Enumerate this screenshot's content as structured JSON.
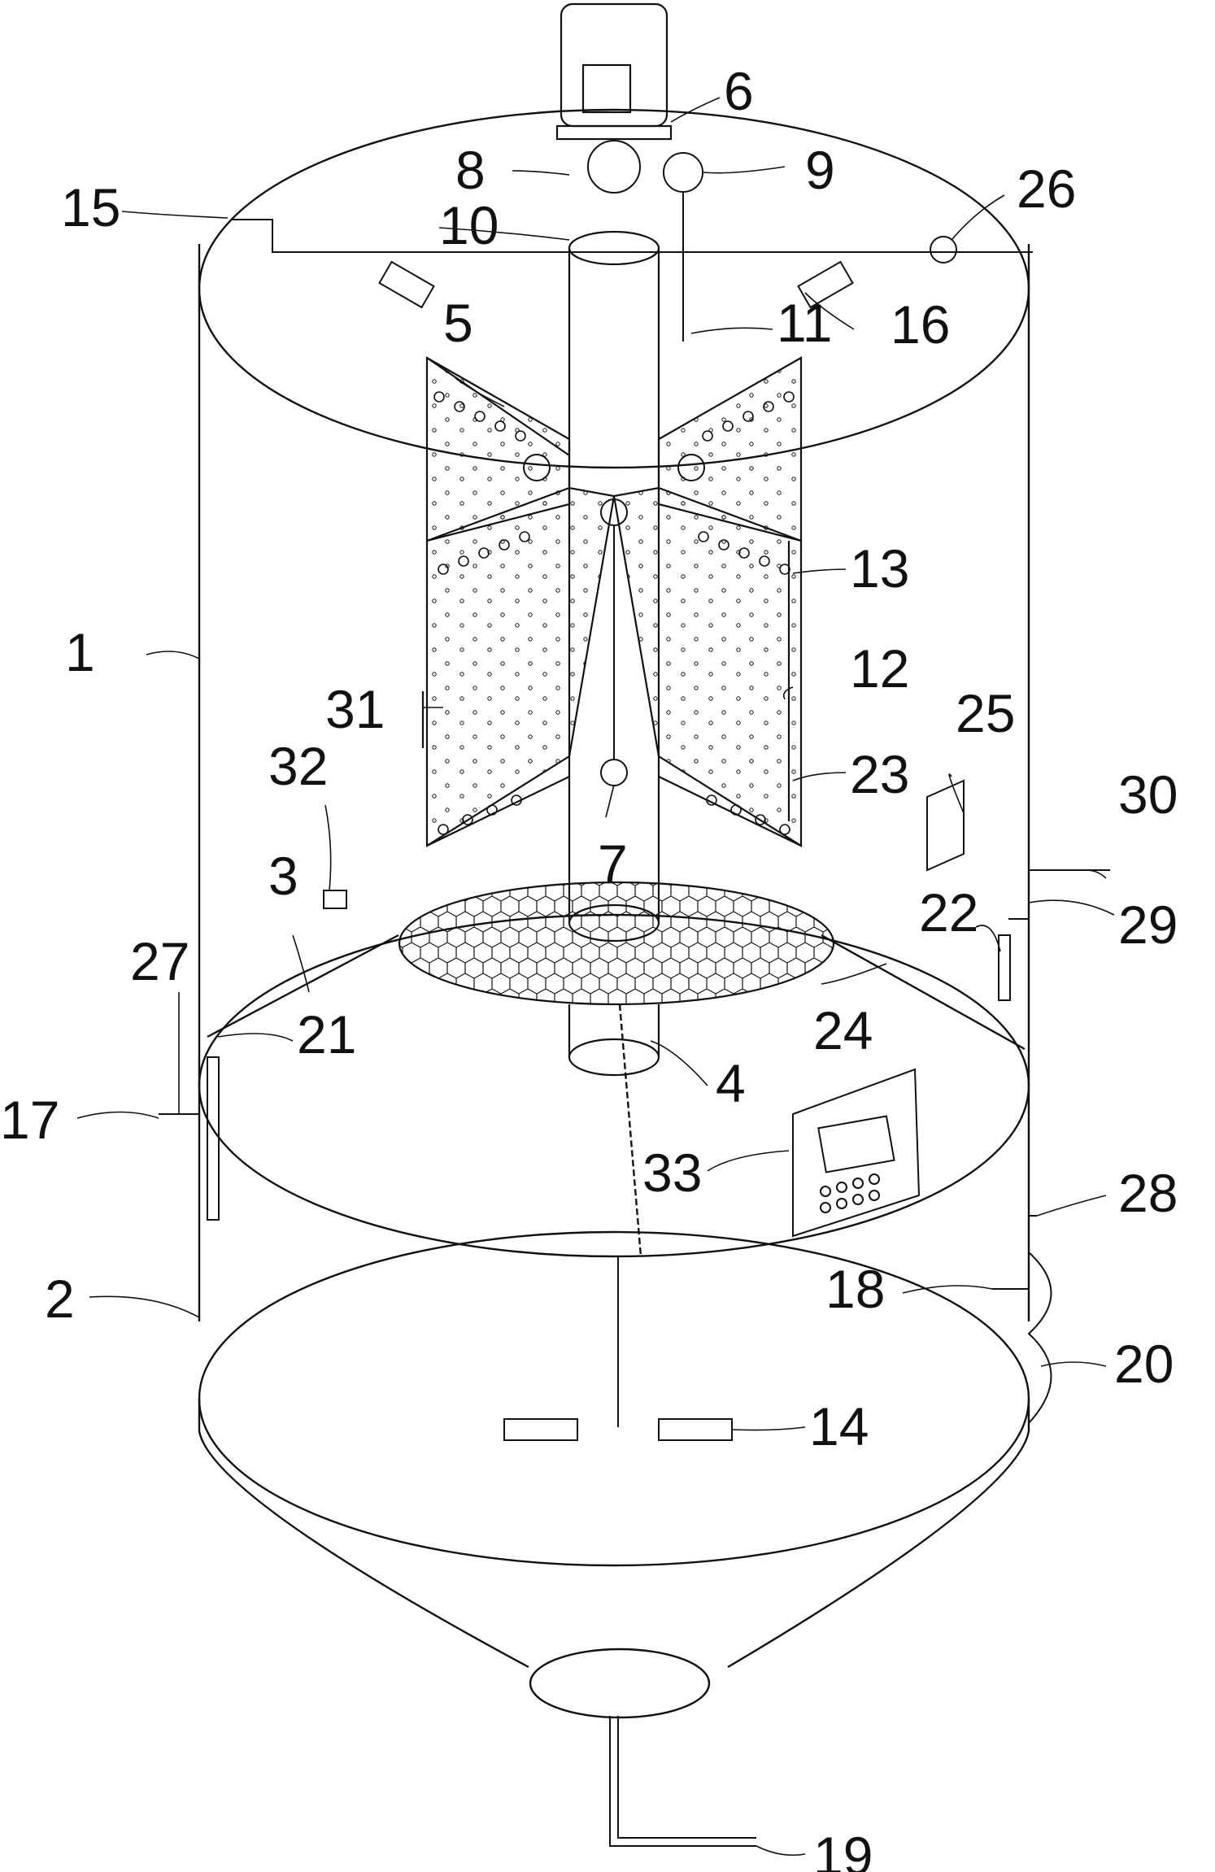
{
  "diagram": {
    "stroke_color": "#111111",
    "background": "#ffffff",
    "reference_numerals": [
      "1",
      "2",
      "3",
      "4",
      "5",
      "6",
      "7",
      "8",
      "9",
      "10",
      "11",
      "12",
      "13",
      "14",
      "15",
      "16",
      "17",
      "18",
      "19",
      "20",
      "21",
      "22",
      "23",
      "24",
      "25",
      "26",
      "27",
      "28",
      "29",
      "30",
      "31",
      "32",
      "33"
    ]
  }
}
